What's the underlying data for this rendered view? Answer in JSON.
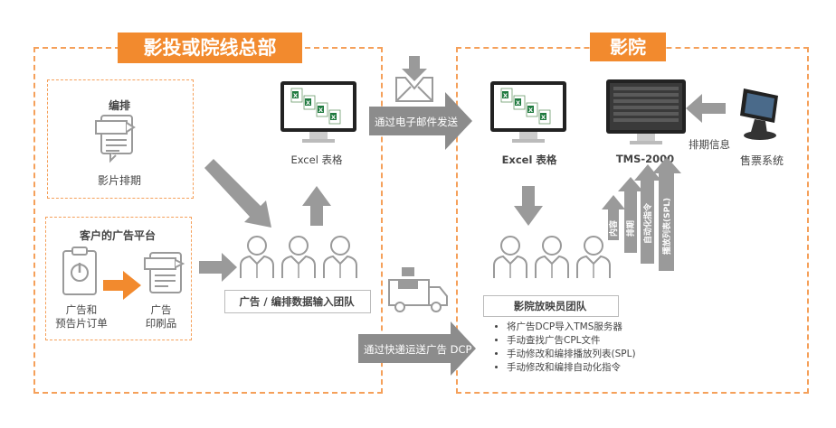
{
  "hq": {
    "title": "影投或院线总部",
    "schedule_label": "编排",
    "schedule_sub": "影片排期",
    "ad_platform_title": "客户的广告平台",
    "ad_order_label": "广告和\n预告片订单",
    "ad_print_label": "广告\n印刷品",
    "team_label": "广告 / 编排数据输入团队",
    "excel_label": "Excel 表格"
  },
  "cinema": {
    "title": "影院",
    "excel_label": "Excel 表格",
    "tms_label": "TMS-2000",
    "ticketing_label": "售票系统",
    "schedule_info_label": "排期信息",
    "team_label": "影院放映员团队",
    "rotated_labels": [
      "内容",
      "排期",
      "自动化指令",
      "播放列表(SPL)"
    ],
    "tasks": [
      "将广告DCP导入TMS服务器",
      "手动查找广告CPL文件",
      "手动修改和编排播放列表(SPL)",
      "手动修改和编排自动化指令"
    ]
  },
  "flows": {
    "email_label": "通过电子邮件发送",
    "courier_label": "通过快递运送广告 DCP"
  },
  "colors": {
    "accent": "#f28a2e",
    "dash": "#f5a05a",
    "arrow_gray": "#8c8c8c",
    "icon_gray": "#9a9a9a"
  }
}
